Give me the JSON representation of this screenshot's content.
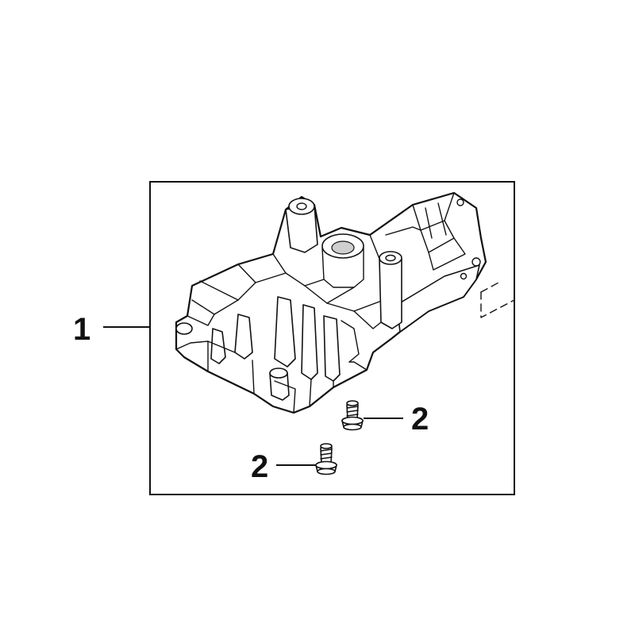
{
  "diagram": {
    "frame_color": "#111111",
    "background": "#ffffff",
    "parts": [
      {
        "callout": "1",
        "icon": "crankcase-housing-icon"
      },
      {
        "callout": "2",
        "icon": "screw-icon"
      },
      {
        "callout": "2",
        "icon": "screw-icon"
      }
    ]
  }
}
